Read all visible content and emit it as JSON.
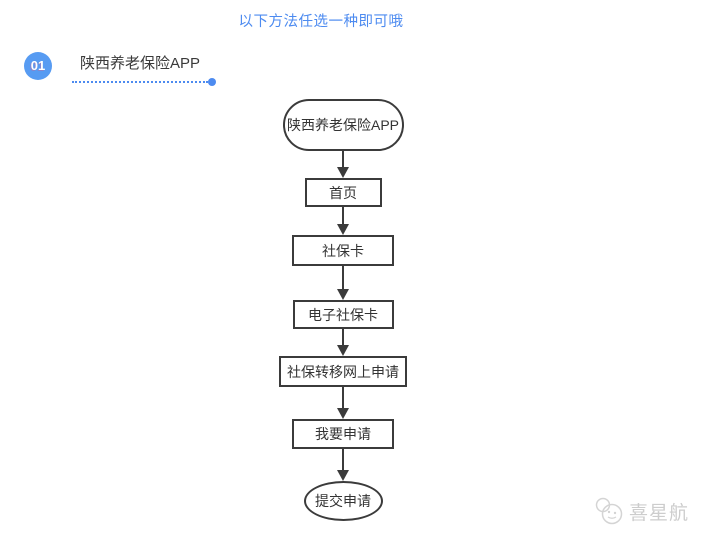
{
  "header": {
    "note": "以下方法任选一种即可哦"
  },
  "section": {
    "badge": "01",
    "title": "陕西养老保险APP"
  },
  "flowchart": {
    "steps": [
      {
        "label": "陕西养老保险APP",
        "shape": "stadium"
      },
      {
        "label": "首页",
        "shape": "rect"
      },
      {
        "label": "社保卡",
        "shape": "rect"
      },
      {
        "label": "电子社保卡",
        "shape": "rect"
      },
      {
        "label": "社保转移网上申请",
        "shape": "rect"
      },
      {
        "label": "我要申请",
        "shape": "rect"
      },
      {
        "label": "提交申请",
        "shape": "ellipse"
      }
    ]
  },
  "watermark": {
    "text": "喜星航"
  },
  "colors": {
    "accent_blue": "#4d8bf0",
    "badge_blue": "#579bf2",
    "shape_border": "#3b3b3b",
    "text_dark": "#333333",
    "watermark_gray": "#cdcdcd"
  }
}
